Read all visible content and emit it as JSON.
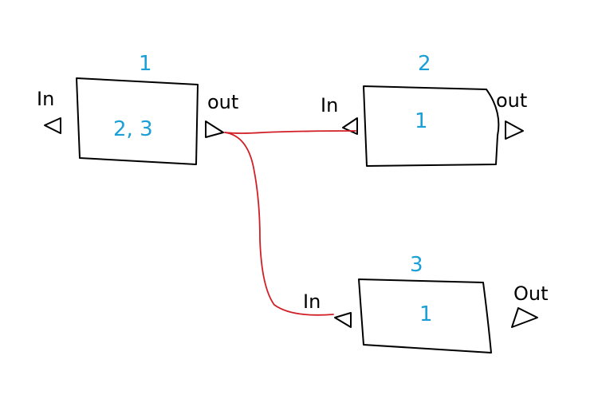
{
  "colors": {
    "ink": "#000000",
    "blue": "#1a9fd6",
    "wire": "#d21f26"
  },
  "nodes": [
    {
      "id": "1",
      "content": "2, 3",
      "in_label": "In",
      "out_label": "out"
    },
    {
      "id": "2",
      "content": "1",
      "in_label": "In",
      "out_label": "out"
    },
    {
      "id": "3",
      "content": "1",
      "in_label": "In",
      "out_label": "Out"
    }
  ],
  "connections": [
    {
      "from": "1.out",
      "to": "2.in"
    },
    {
      "from": "1.out",
      "to": "3.in"
    }
  ]
}
